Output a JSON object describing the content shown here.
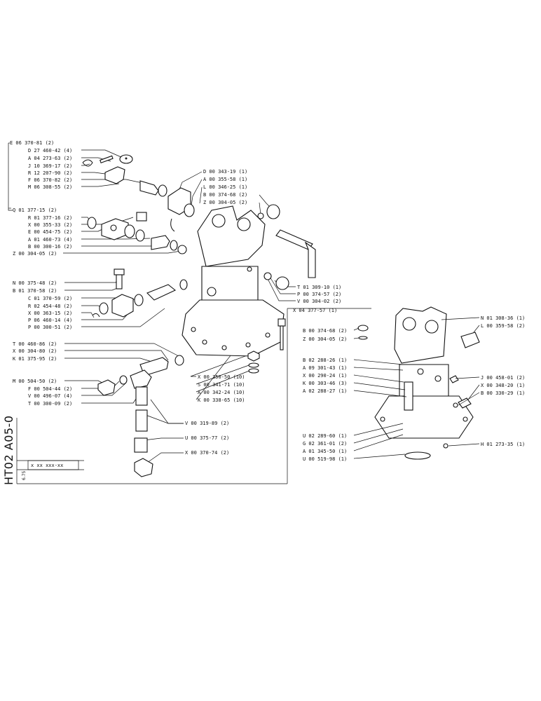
{
  "drawing": {
    "side_code": "HT02 A05-0",
    "revision": "6.75",
    "box_code": "x  xx  xxx-xx",
    "top_left_labels": [
      "E 06 370-81 (2)",
      "D 27 460-42 (4)",
      "A 04 273-63 (2)",
      "J 10 369-17 (2)",
      "R 12 207-90 (2)",
      "F 06 370-82 (2)",
      "M 06 308-55 (2)"
    ],
    "mid_left_labels": [
      "Q 01 377-15 (2)",
      "R 01 377-16 (2)",
      "X 00 355-33 (2)",
      "E 00 454-75 (2)",
      "A 01 460-73 (4)",
      "B 00 300-16 (2)",
      "Z 00 304-05 (2)"
    ],
    "left_labels_2": [
      "N 00 375-48 (2)",
      "B 01 370-58 (2)",
      "C 01 370-59 (2)",
      "R 02 454-48 (2)",
      "X 00 363-15 (2)",
      "P 06 460-14 (4)",
      "P 00 300-51 (2)"
    ],
    "left_labels_3": [
      "T 00 460-86 (2)",
      "X 00 304-80 (2)",
      "K 01 375-95 (2)"
    ],
    "left_labels_4": [
      "M 00 504-50 (2)",
      "F 00 504-44 (2)",
      "V 00 496-07 (4)",
      "T 00 300-09 (2)"
    ],
    "top_center_labels": [
      "D 00 343-19 (1)",
      "A 00 355-58 (1)",
      "L 00 346-25 (1)",
      "B 00 374-68 (2)",
      "Z 00 304-05 (2)"
    ],
    "pin_labels": [
      "T 01 309-10 (1)",
      "P 00 374-57 (2)",
      "V 00 304-02 (2)"
    ],
    "assembly_label": "X 04 377-57 (1)",
    "bolt_labels": [
      "X 00 350-50 (10)",
      "S 00 341-71 (10)",
      "A 00 342-24 (10)",
      "K 00 338-65 (10)"
    ],
    "fitting_labels": [
      "V 00 319-89 (2)",
      "U 00 375-77 (2)",
      "X 00 370-74 (2)"
    ],
    "right_left_labels": [
      "B 00 374-68 (2)",
      "Z 00 304-05 (2)",
      "B 02 288-26 (1)",
      "A 09 301-43 (1)",
      "X 00 290-24 (1)",
      "K 00 303-46 (3)",
      "A 02 288-27 (1)"
    ],
    "right_bottom_labels": [
      "U 02 289-60 (1)",
      "G 02 361-01 (2)",
      "A 01 345-50 (1)",
      "U 00 519-98 (1)"
    ],
    "right_side_labels": [
      "N 01 308-36 (1)",
      "L 00 359-58 (2)",
      "J 00 458-01 (2)",
      "X 00 348-20 (1)",
      "B 00 330-29 (1)",
      "H 01 273-35 (1)"
    ]
  }
}
